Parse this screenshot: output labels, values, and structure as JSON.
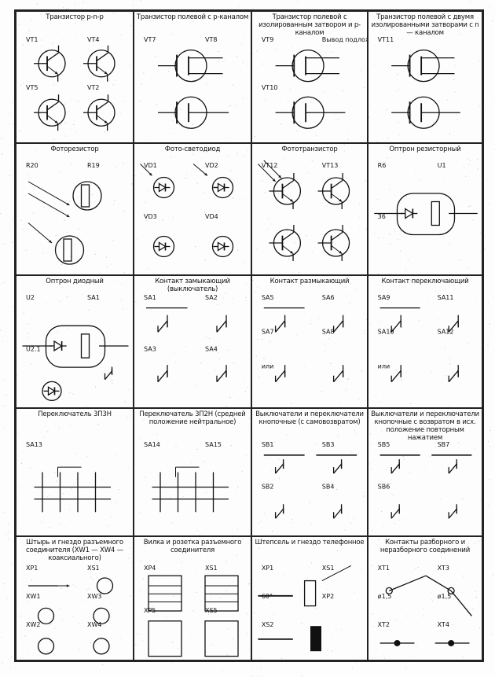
{
  "cells": [
    {
      "title": "Транзистор p-n-p",
      "labels": [
        "VT1",
        "VT4",
        "VT5",
        "VT2"
      ]
    },
    {
      "title": "Транзистор полевой с p-каналом",
      "labels": [
        "VT7",
        "VT8"
      ]
    },
    {
      "title": "Транзистор полевой с изолированным затвором и р-каналом",
      "labels": [
        "VT9",
        "Вывод подложки",
        "VT10"
      ]
    },
    {
      "title": "Транзистор полевой с двумя изолированными затворами с n — каналом",
      "labels": [
        "VT11"
      ]
    },
    {
      "title": "Фоторезистор",
      "labels": [
        "R20",
        "R19"
      ]
    },
    {
      "title": "Фото-светодиод",
      "labels": [
        "VD1",
        "VD2",
        "VD3",
        "VD4"
      ]
    },
    {
      "title": "Фототранзистор",
      "labels": [
        "VT12",
        "VT13"
      ]
    },
    {
      "title": "Оптрон резисторный",
      "labels": [
        "R6",
        "U1",
        "36"
      ]
    },
    {
      "title": "Оптрон диодный",
      "labels": [
        "U2",
        "SA1",
        "U2.1"
      ]
    },
    {
      "title": "Контакт замыкающий (выключатель)",
      "labels": [
        "SA1",
        "SA2",
        "SA3",
        "SA4"
      ]
    },
    {
      "title": "Контакт размыкающий",
      "labels": [
        "SA5",
        "SA6",
        "SA7",
        "SA8",
        "или"
      ]
    },
    {
      "title": "Контакт переключающий",
      "labels": [
        "SA9",
        "SA11",
        "SA10",
        "SA12",
        "или"
      ]
    },
    {
      "title": "Переключатель 3П3Н",
      "labels": [
        "SA13"
      ]
    },
    {
      "title": "Переключатель 3П2Н (средней положение нейтральное)",
      "labels": [
        "SA14",
        "SA15"
      ]
    },
    {
      "title": "Выключатели и переключатели кнопочные (с самовозвратом)",
      "labels": [
        "SB1",
        "SB3",
        "SB2",
        "SB4"
      ]
    },
    {
      "title": "Выключатели и переключатели кнопочные с возвратом в исх. положение повторным нажатием",
      "labels": [
        "SB5",
        "SB7",
        "SB6"
      ]
    },
    {
      "title": "Штырь и гнездо разъемного соединителя (XW1 — XW4 — коаксиального)",
      "labels": [
        "XP1",
        "XS1",
        "XW1",
        "XW3",
        "XW2",
        "XW4"
      ]
    },
    {
      "title": "Вилка и розетка разъемного соединителя",
      "labels": [
        "XP4",
        "XS1",
        "XP5",
        "XS5"
      ]
    },
    {
      "title": "Штепсель и гнездо телефонное",
      "labels": [
        "XP1",
        "XS1",
        "60°",
        "XP2",
        "XS2"
      ]
    },
    {
      "title": "Контакты разборного и неразборного соединений",
      "labels": [
        "XT1",
        "XT3",
        "ø1,5",
        "ø1,5",
        "XT2",
        "XT4"
      ]
    }
  ]
}
